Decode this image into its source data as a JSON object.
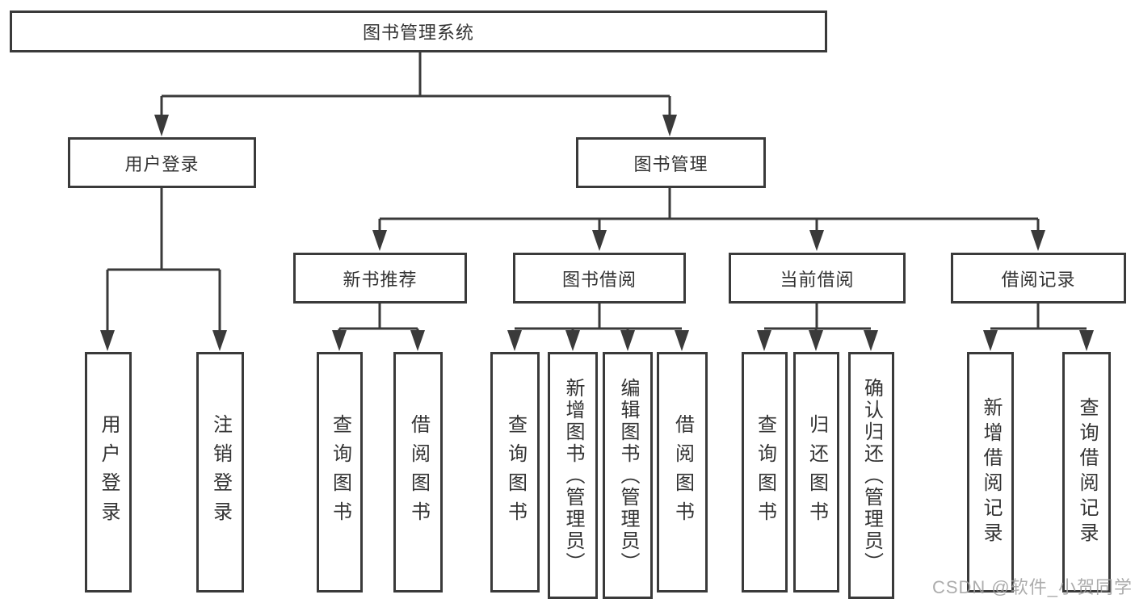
{
  "diagram_type": "hierarchy-tree",
  "colors": {
    "line": "#3a3a3a",
    "text": "#333333",
    "box_background": "#ffffff",
    "watermark": "#9e9e9e"
  },
  "tree": {
    "root": {
      "label": "图书管理系统",
      "children": [
        {
          "label": "用户登录",
          "children": [
            {
              "label": "用户登录"
            },
            {
              "label": "注销登录"
            }
          ]
        },
        {
          "label": "图书管理",
          "children": [
            {
              "label": "新书推荐",
              "children": [
                {
                  "label": "查询图书"
                },
                {
                  "label": "借阅图书"
                }
              ]
            },
            {
              "label": "图书借阅",
              "children": [
                {
                  "label": "查询图书"
                },
                {
                  "label": "新增图书（管理员）"
                },
                {
                  "label": "编辑图书（管理员）"
                },
                {
                  "label": "借阅图书"
                }
              ]
            },
            {
              "label": "当前借阅",
              "children": [
                {
                  "label": "查询图书"
                },
                {
                  "label": "归还图书"
                },
                {
                  "label": "确认归还（管理员）"
                }
              ]
            },
            {
              "label": "借阅记录",
              "children": [
                {
                  "label": "新增借阅记录"
                },
                {
                  "label": "查询借阅记录"
                }
              ]
            }
          ]
        }
      ]
    }
  },
  "watermark": {
    "text": "CSDN @软件_小贺同学"
  }
}
